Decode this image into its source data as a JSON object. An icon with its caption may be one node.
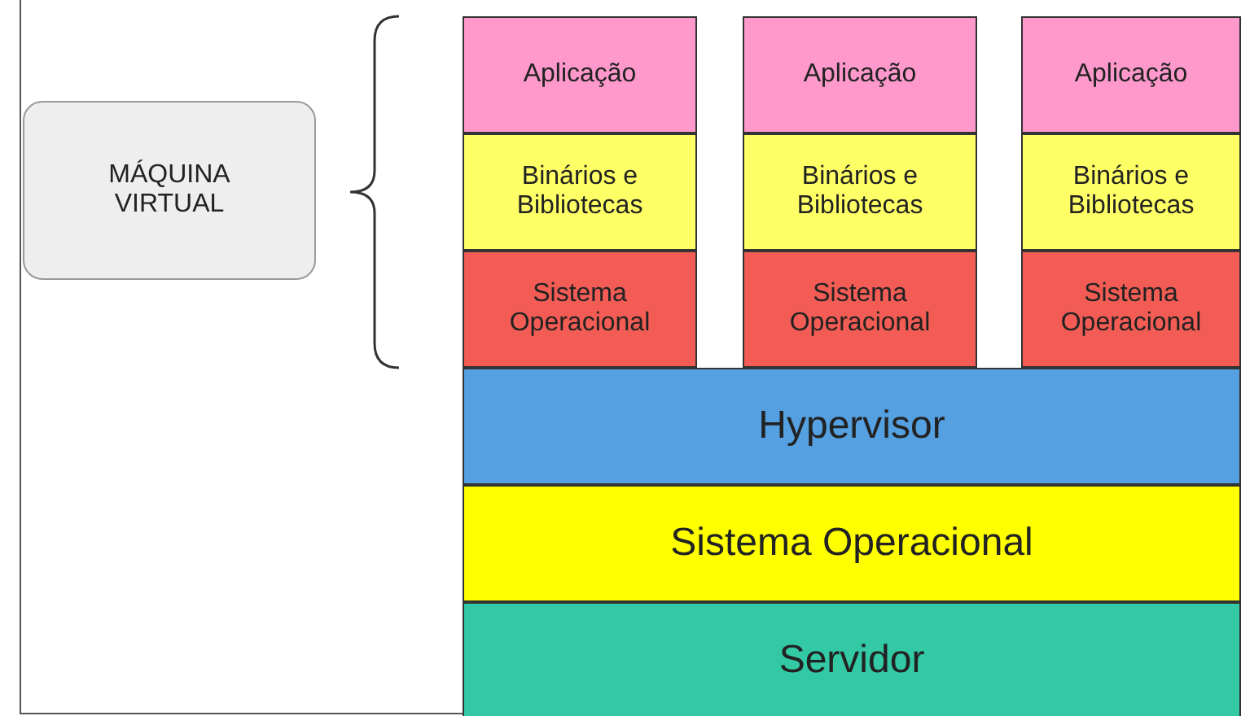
{
  "diagram": {
    "nodes": [
      {
        "text": [
          "MÁQUINA VIRTUAL"
        ]
      },
      {
        "text": [
          "Aplicação"
        ]
      },
      {
        "text": [
          "Aplicação"
        ]
      },
      {
        "text": [
          "Aplicação"
        ]
      },
      {
        "text": [
          "Binários e Bibliotecas"
        ]
      },
      {
        "text": [
          "Binários e Bibliotecas"
        ]
      },
      {
        "text": [
          "Binários e Bibliotecas"
        ]
      },
      {
        "text": [
          "Sistema Operacional"
        ]
      },
      {
        "text": [
          "Sistema Operacional"
        ]
      },
      {
        "text": [
          "Sistema Operacional"
        ]
      },
      {
        "text": [
          "Hypervisor"
        ]
      },
      {
        "text": [
          "Sistema Operacional"
        ]
      },
      {
        "text": [
          "Servidor"
        ]
      }
    ]
  }
}
